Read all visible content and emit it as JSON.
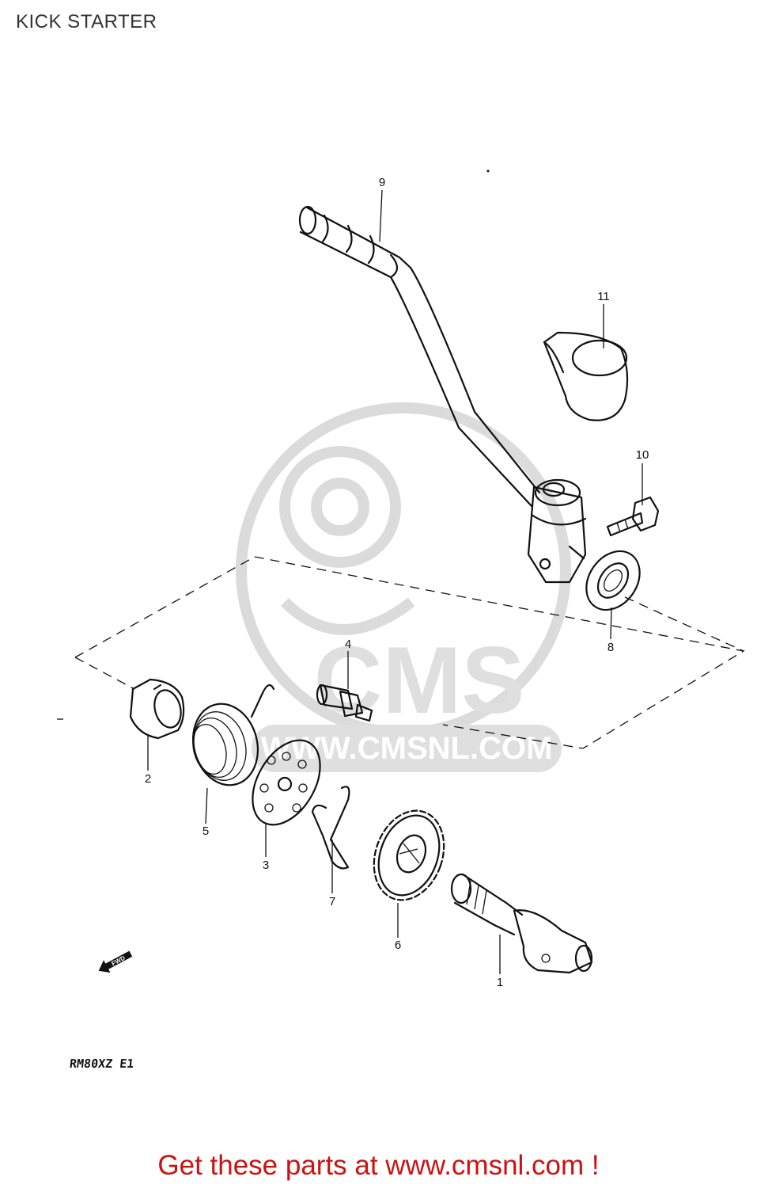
{
  "title": "KICK STARTER",
  "callouts": {
    "p1": "1",
    "p2": "2",
    "p3": "3",
    "p4": "4",
    "p5": "5",
    "p6": "6",
    "p7": "7",
    "p8": "8",
    "p9": "9",
    "p10": "10",
    "p11": "11"
  },
  "front_marker": "FWD",
  "diagram_code": "RM80XZ E1",
  "watermark": {
    "logo_text": "CMS",
    "url_text": "WWW.CMSNL.COM"
  },
  "footer": {
    "link_text": "Get these parts at www.cmsnl.com !"
  },
  "colors": {
    "ink": "#111111",
    "watermark": "#d8d8d8",
    "footer_link": "#cc1111"
  }
}
